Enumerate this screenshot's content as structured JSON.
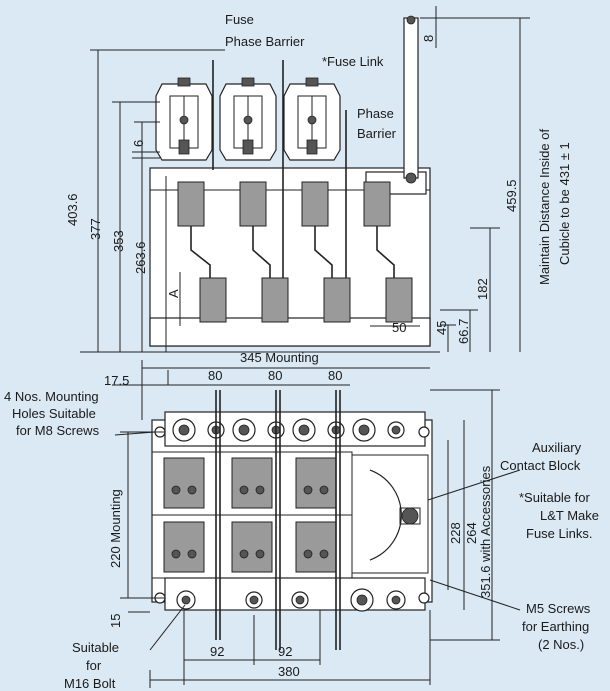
{
  "labels": {
    "fuse_phase_barrier": [
      "Fuse",
      "Phase Barrier"
    ],
    "fuse_link": "*Fuse Link",
    "phase_barrier": [
      "Phase",
      "Barrier"
    ],
    "maintain_distance": [
      "Maintain Distance Inside of",
      "Cubicle to be 431 ± 1"
    ],
    "mounting_holes": [
      "4 Nos. Mounting",
      "Holes Suitable",
      "for M8 Screws"
    ],
    "auxiliary": [
      "Auxiliary",
      "Contact Block"
    ],
    "suitable_for": [
      "*Suitable for",
      "L&T Make",
      "Fuse Links."
    ],
    "m5_screws": [
      "M5 Screws",
      "for Earthing",
      "(2 Nos.)"
    ],
    "suitable_bolt": [
      "Suitable",
      "for",
      "M16 Bolt"
    ]
  },
  "dimensions": {
    "h_403_6": "403.6",
    "h_377": "377",
    "h_353": "353",
    "h_263_6": "263.6",
    "h_6": "6",
    "h_A": "A",
    "h_8": "8",
    "h_459_5": "459.5",
    "h_182": "182",
    "h_45": "45",
    "h_66_7": "66.7",
    "w_50": "50",
    "w_345_mounting": "345 Mounting",
    "w_17_5": "17.5",
    "w_80_a": "80",
    "w_80_b": "80",
    "w_80_c": "80",
    "h_220_mounting": "220 Mounting",
    "h_228": "228",
    "h_264": "264",
    "h_351_6": "351.6 with Accessories",
    "h_15": "15",
    "w_92_a": "92",
    "w_92_b": "92",
    "w_380": "380"
  }
}
